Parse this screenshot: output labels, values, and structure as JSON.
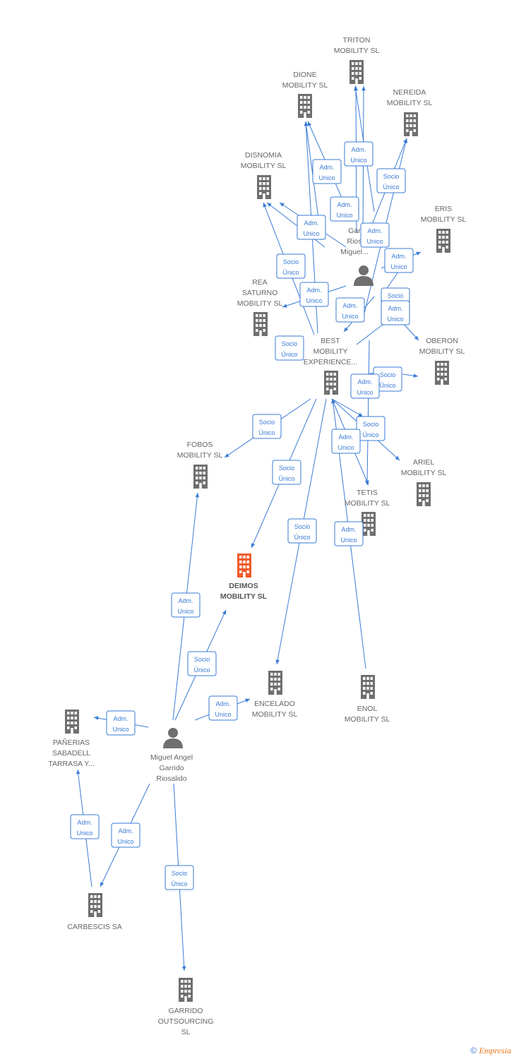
{
  "colors": {
    "edge": "#3a7bd5",
    "company": "#6f6f6f",
    "focus": "#f25a29",
    "person": "#6f6f6f"
  },
  "nodes": [
    {
      "id": "triton",
      "type": "company",
      "label": [
        "TRITON",
        "MOBILITY  SL"
      ]
    },
    {
      "id": "dione",
      "type": "company",
      "label": [
        "DIONE",
        "MOBILITY  SL"
      ]
    },
    {
      "id": "nereida",
      "type": "company",
      "label": [
        "NEREIDA",
        "MOBILITY  SL"
      ]
    },
    {
      "id": "disnomia",
      "type": "company",
      "label": [
        "DISNOMIA",
        "MOBILITY  SL"
      ]
    },
    {
      "id": "eris",
      "type": "company",
      "label": [
        "ERIS",
        "MOBILITY  SL"
      ]
    },
    {
      "id": "person2",
      "type": "person",
      "label": [
        "Gar",
        "Rios",
        "Miguel..."
      ]
    },
    {
      "id": "rea",
      "type": "company",
      "label": [
        "REA",
        "SATURNO",
        "MOBILITY  SL"
      ]
    },
    {
      "id": "oberon",
      "type": "company",
      "label": [
        "OBERON",
        "MOBILITY  SL"
      ]
    },
    {
      "id": "best",
      "type": "company",
      "label": [
        "BEST",
        "MOBILITY",
        "EXPERIENCE..."
      ]
    },
    {
      "id": "fobos",
      "type": "company",
      "label": [
        "FOBOS",
        "MOBILITY  SL"
      ]
    },
    {
      "id": "ariel",
      "type": "company",
      "label": [
        "ARIEL",
        "MOBILITY  SL"
      ]
    },
    {
      "id": "tetis",
      "type": "company",
      "label": [
        "TETIS",
        "MOBILITY  SL"
      ]
    },
    {
      "id": "deimos",
      "type": "focus",
      "label": [
        "DEIMOS",
        "MOBILITY  SL"
      ]
    },
    {
      "id": "encelado",
      "type": "company",
      "label": [
        "ENCELADO",
        "MOBILITY  SL"
      ]
    },
    {
      "id": "enol",
      "type": "company",
      "label": [
        "ENOL",
        "MOBILITY  SL"
      ]
    },
    {
      "id": "panerias",
      "type": "company",
      "label": [
        "PAÑERIAS",
        "SABADELL",
        "TARRASA Y..."
      ]
    },
    {
      "id": "miguel",
      "type": "person",
      "label": [
        "Miguel Angel",
        "Garrido",
        "Riosalido"
      ]
    },
    {
      "id": "carbescis",
      "type": "company",
      "label": [
        "CARBESCIS SA"
      ]
    },
    {
      "id": "garrido",
      "type": "company",
      "label": [
        "GARRIDO",
        "OUTSOURCING",
        "SL"
      ]
    }
  ],
  "edges": [
    {
      "label": [
        "Adm.",
        "Unico"
      ]
    },
    {
      "label": [
        "Adm.",
        "Unico"
      ]
    },
    {
      "label": [
        "Socio",
        "Único"
      ]
    },
    {
      "label": [
        "Adm.",
        "Unico"
      ]
    },
    {
      "label": [
        "Adm.",
        "Unico"
      ]
    },
    {
      "label": [
        "Adm.",
        "Unico"
      ]
    },
    {
      "label": [
        "Socio",
        "Único"
      ]
    },
    {
      "label": [
        "Socio",
        "Único"
      ]
    },
    {
      "label": [
        "Adm.",
        "Unico"
      ]
    },
    {
      "label": [
        "Adm.",
        "Unico"
      ]
    },
    {
      "label": [
        "Adm.",
        "Unico"
      ]
    },
    {
      "label": [
        "Socio",
        "Único"
      ]
    },
    {
      "label": [
        "Adm.",
        "Unico"
      ]
    },
    {
      "label": [
        "Socio",
        "Único"
      ]
    },
    {
      "label": [
        "Adm.",
        "Unico"
      ]
    },
    {
      "label": [
        "Socio",
        "Único"
      ]
    },
    {
      "label": [
        "Adm.",
        "Unico"
      ]
    },
    {
      "label": [
        "Socio",
        "Único"
      ]
    },
    {
      "label": [
        "Socio",
        "Único"
      ]
    },
    {
      "label": [
        "Socio",
        "Único"
      ]
    },
    {
      "label": [
        "Socio",
        "Único"
      ]
    },
    {
      "label": [
        "Socio",
        "Único"
      ]
    },
    {
      "label": [
        "Socio",
        "Único"
      ]
    },
    {
      "label": [
        "Socio",
        "Único"
      ]
    },
    {
      "label": [
        "Adm.",
        "Unico"
      ]
    },
    {
      "label": [
        "Adm.",
        "Unico"
      ]
    },
    {
      "label": [
        "Adm.",
        "Unico"
      ]
    },
    {
      "label": [
        "Adm.",
        "Unico"
      ]
    },
    {
      "label": [
        "Socio",
        "Único"
      ]
    },
    {
      "label": [
        "Adm.",
        "Unico"
      ]
    },
    {
      "label": [
        "Adm.",
        "Unico"
      ]
    }
  ],
  "footer": {
    "copyright": "©",
    "brand": "Empresia"
  }
}
